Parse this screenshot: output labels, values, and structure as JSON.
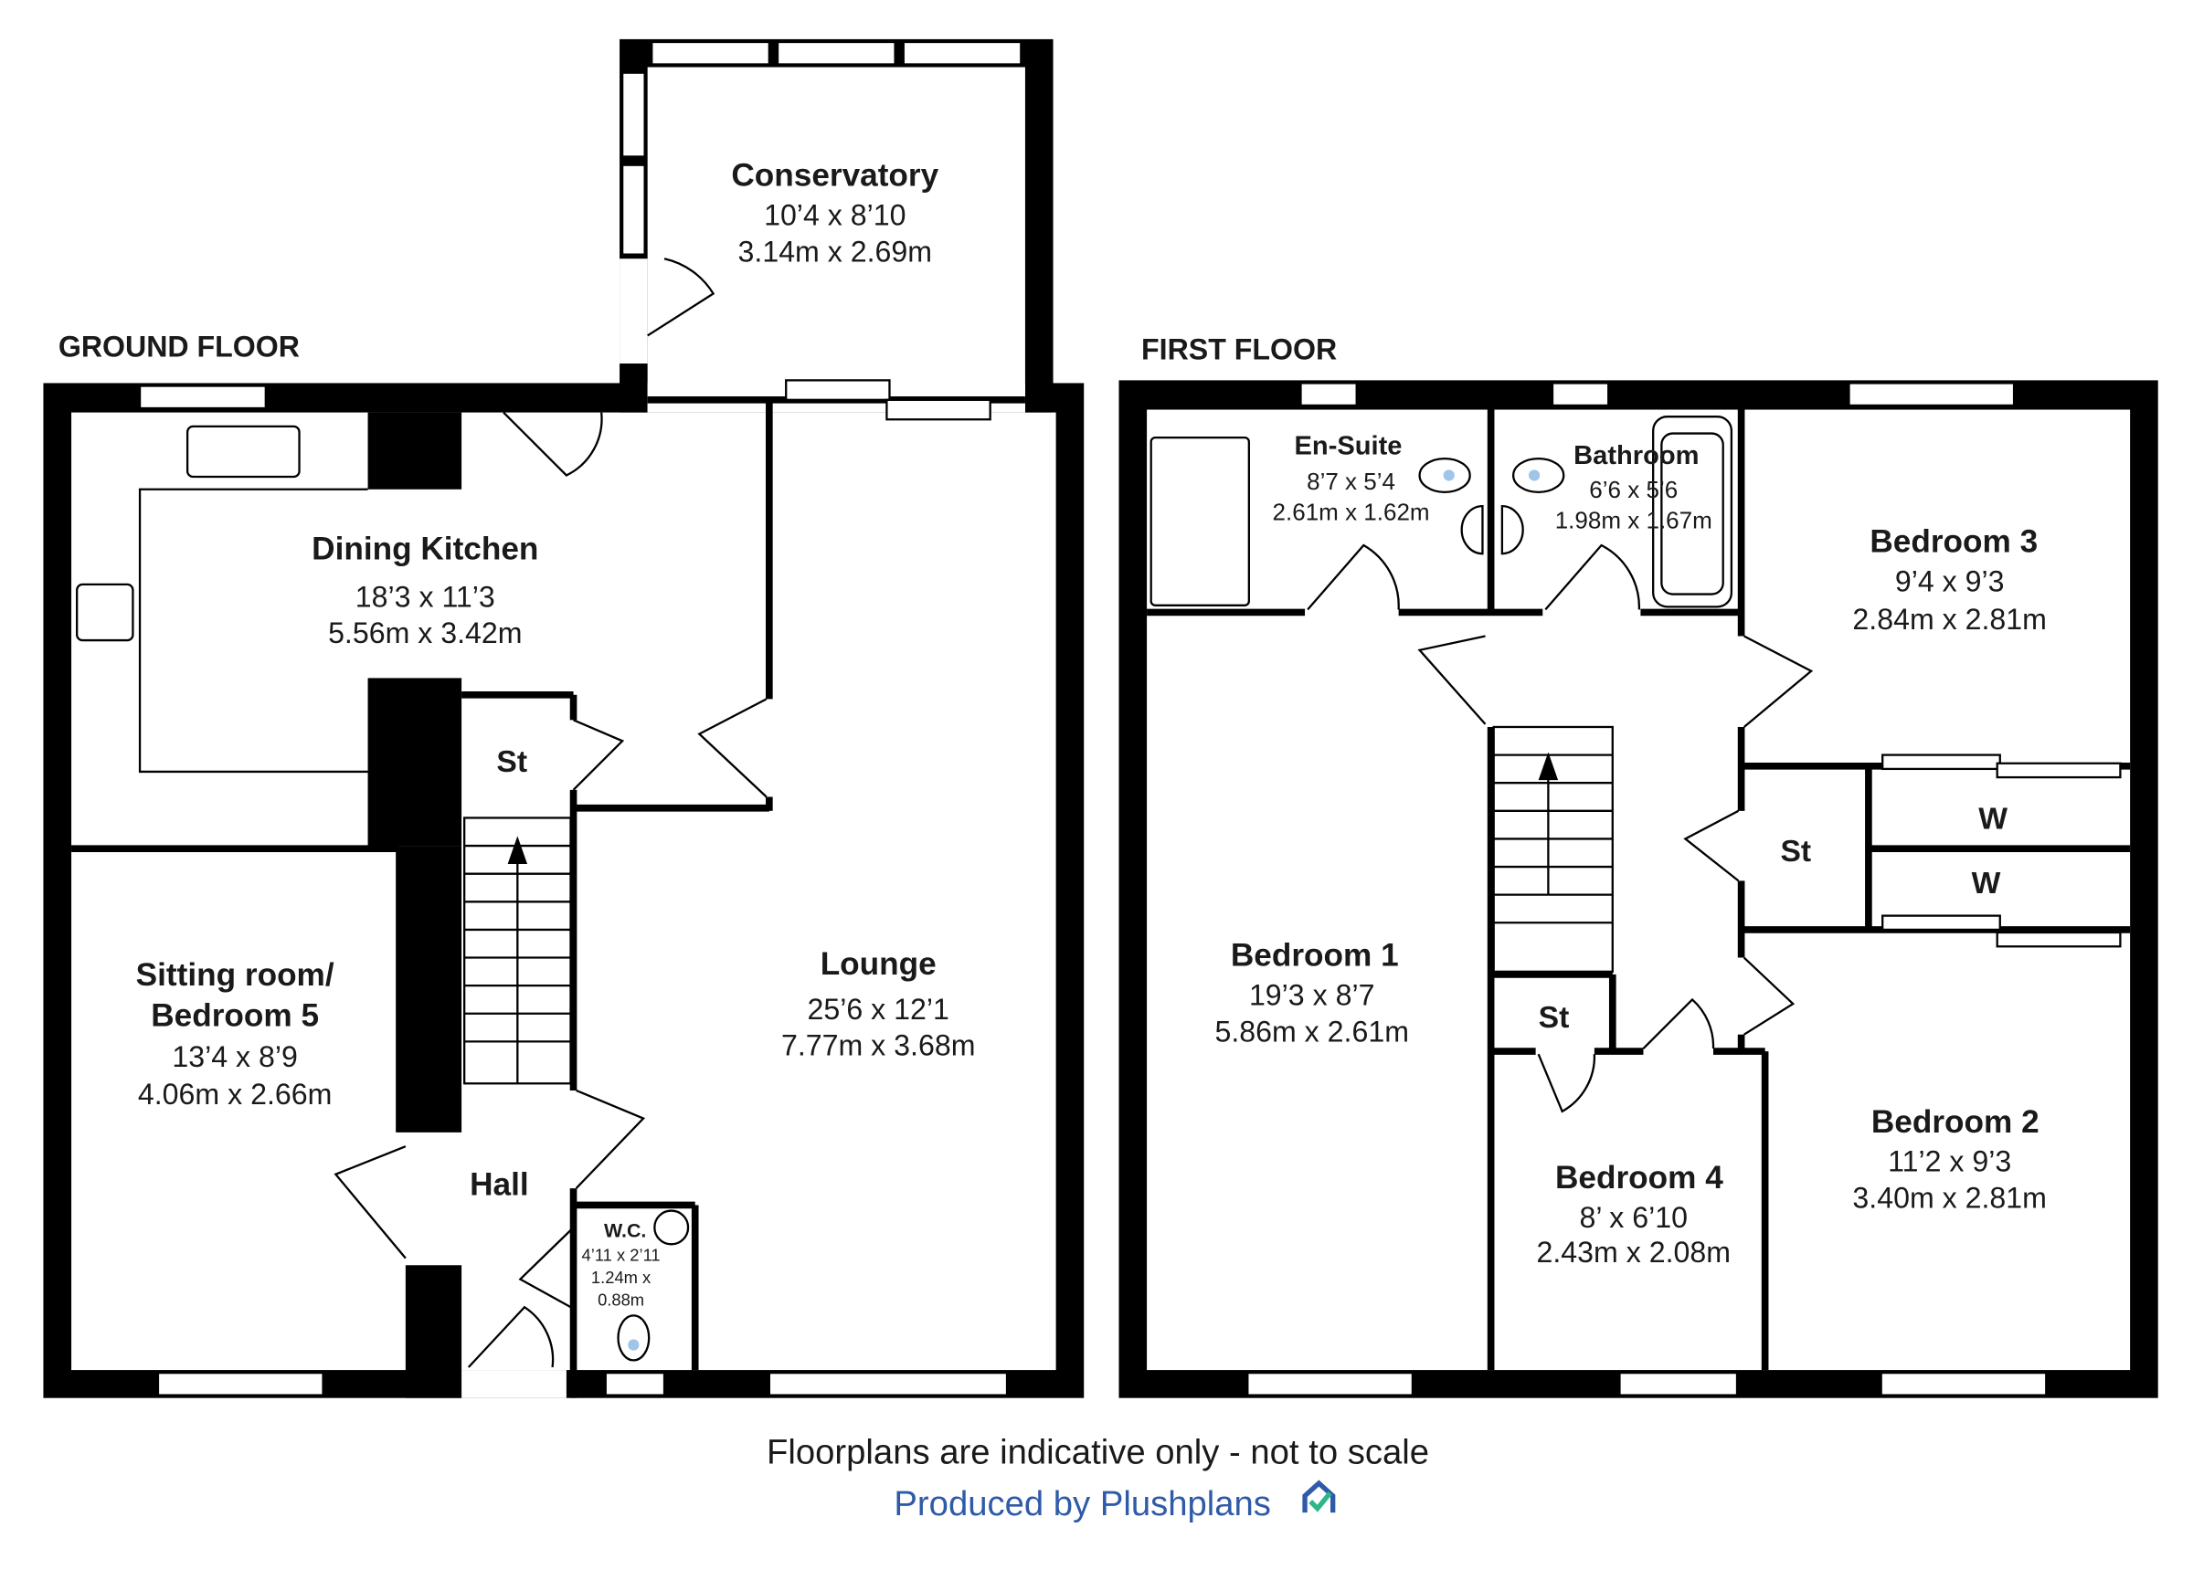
{
  "floors": {
    "ground": {
      "label": "GROUND FLOOR",
      "rooms": [
        {
          "name": "Conservatory",
          "imperial": "10’4 x 8’10",
          "metric": "3.14m x 2.69m"
        },
        {
          "name": "Dining Kitchen",
          "imperial": "18’3 x 11’3",
          "metric": "5.56m x 3.42m"
        },
        {
          "name": "Sitting room/",
          "name2": "Bedroom 5",
          "imperial": "13’4 x 8’9",
          "metric": "4.06m x 2.66m"
        },
        {
          "name": "Lounge",
          "imperial": "25’6 x 12’1",
          "metric": "7.77m x 3.68m"
        },
        {
          "name": "Hall"
        },
        {
          "name": "St"
        },
        {
          "name": "W.C.",
          "imperial": "4’11 x 2’11",
          "metric": "1.24m x",
          "metric2": "0.88m"
        }
      ]
    },
    "first": {
      "label": "FIRST FLOOR",
      "rooms": [
        {
          "name": "En-Suite",
          "imperial": "8’7 x 5’4",
          "metric": "2.61m x 1.62m"
        },
        {
          "name": "Bathroom",
          "imperial": "6’6 x 5’6",
          "metric": "1.98m x 1.67m"
        },
        {
          "name": "Bedroom 3",
          "imperial": "9’4 x 9’3",
          "metric": "2.84m x 2.81m"
        },
        {
          "name": "Bedroom 1",
          "imperial": "19’3 x 8’7",
          "metric": "5.86m x 2.61m"
        },
        {
          "name": "Bedroom 4",
          "imperial": "8’ x 6’10",
          "metric": "2.43m x 2.08m"
        },
        {
          "name": "Bedroom 2",
          "imperial": "11’2 x 9’3",
          "metric": "3.40m x 2.81m"
        },
        {
          "name": "St"
        },
        {
          "name": "St"
        },
        {
          "name": "W"
        },
        {
          "name": "W"
        }
      ]
    }
  },
  "footer": {
    "disclaimer": "Floorplans are indicative only - not to scale",
    "credit": "Produced by Plushplans",
    "credit_color": "#2f5aa8",
    "logo_icon": "house-check-icon",
    "logo_check_color": "#2fb58a"
  }
}
